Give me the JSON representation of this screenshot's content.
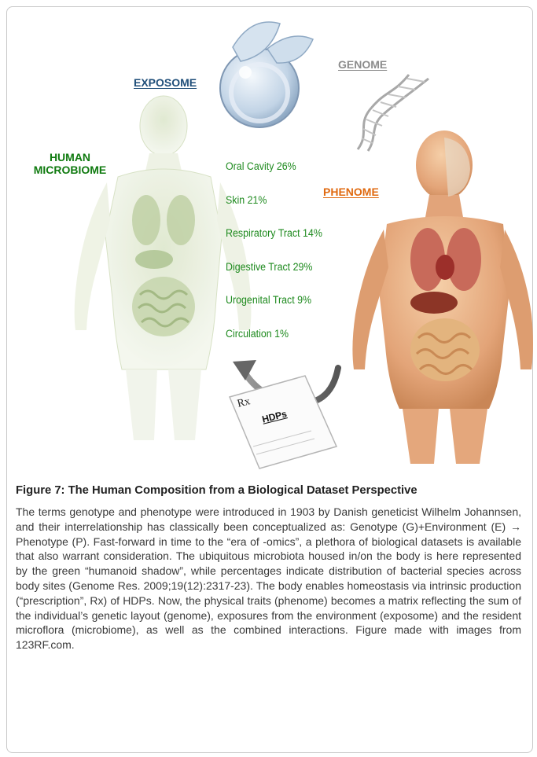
{
  "figure": {
    "labels": {
      "exposome": "EXPOSOME",
      "genome": "GENOME",
      "human_microbiome": "HUMAN MICROBIOME",
      "phenome": "PHENOME",
      "hdps": "HDPs",
      "rx": "Rx"
    },
    "body_sites": [
      {
        "label": "Oral Cavity 26%",
        "percent": 26
      },
      {
        "label": "Skin 21%",
        "percent": 21
      },
      {
        "label": "Respiratory Tract 14%",
        "percent": 14
      },
      {
        "label": "Digestive Tract 29%",
        "percent": 29
      },
      {
        "label": "Urogenital Tract 9%",
        "percent": 9
      },
      {
        "label": "Circulation 1%",
        "percent": 1
      }
    ],
    "colors": {
      "exposome": "#1f4e79",
      "genome": "#8c8c8c",
      "microbiome": "#0f7a0f",
      "phenome": "#e06a10",
      "sites": "#1e8a1e"
    }
  },
  "caption": {
    "title": "Figure 7: The Human Composition from a Biological Dataset Perspective",
    "body": "The terms genotype and phenotype were introduced in 1903 by Danish geneticist Wilhelm Johannsen, and their interrelationship has classically been conceptualized as: Genotype (G)+Environment (E) → Phenotype (P). Fast-forward in time to the “era of -omics”, a plethora of biological datasets is available that also warrant consideration. The ubiquitous microbiota housed in/on the body is here represented by the green “humanoid shadow”, while percentages indicate distribution of bacterial species across body sites (Genome Res. 2009;19(12):2317-23). The body enables homeostasis via intrinsic production (“prescription”, Rx) of HDPs. Now, the physical traits (phenome) becomes a matrix reflecting the sum of the individual’s genetic layout (genome), exposures from the environment (exposome) and the resident microflora (microbiome), as well as the combined interactions. Figure made with images from 123RF.com."
  }
}
